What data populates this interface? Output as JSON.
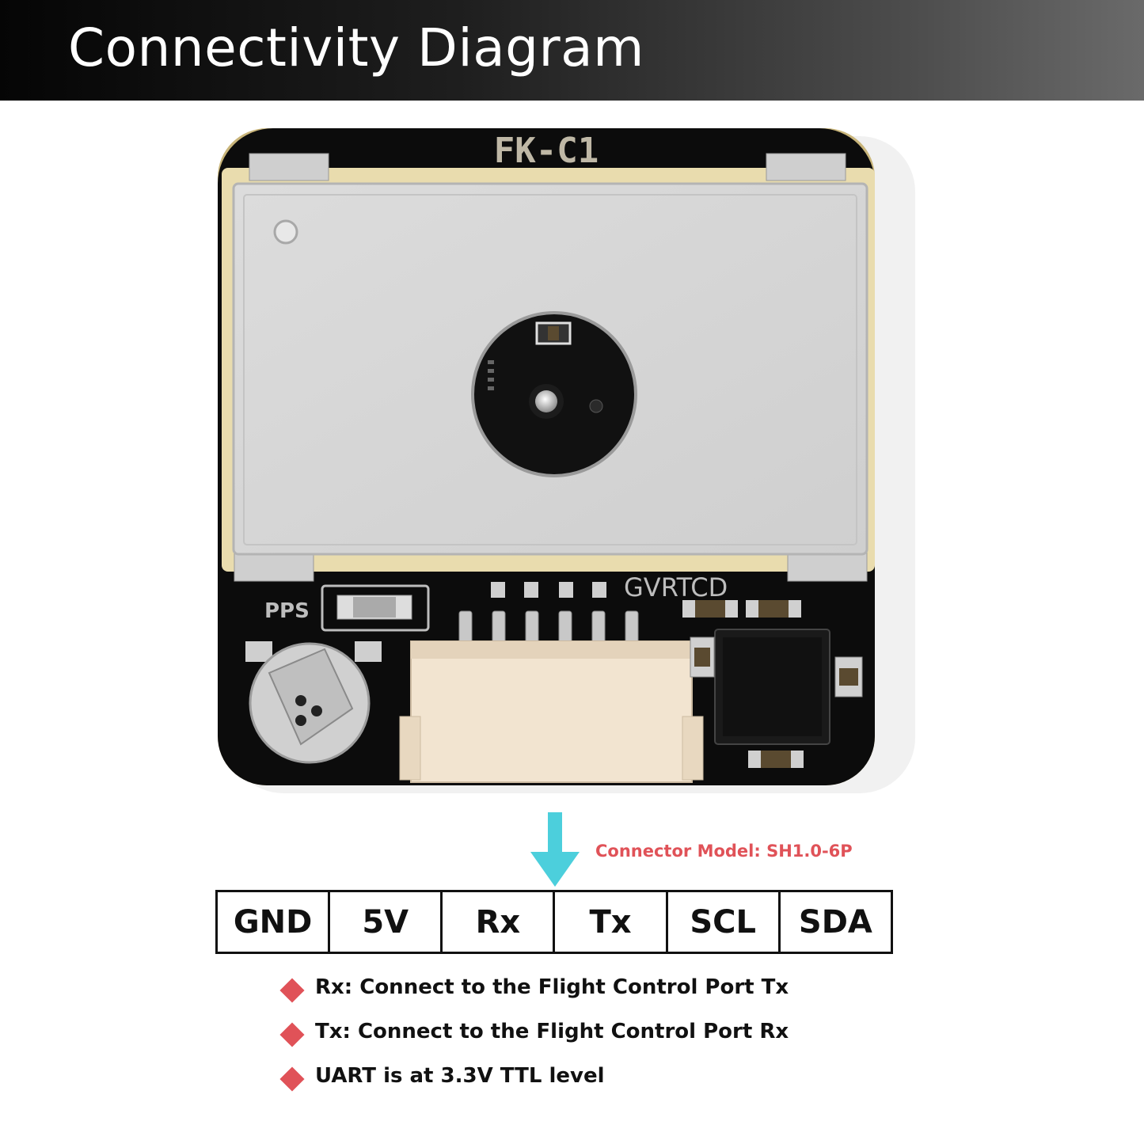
{
  "header": {
    "title": "Connectivity Diagram"
  },
  "board": {
    "model_label": "FK-C1",
    "pps_label": "PPS",
    "silk_label": "GVRTCD"
  },
  "connector": {
    "model_note": "Connector Model: SH1.0-6P"
  },
  "pins": [
    {
      "label": "GND"
    },
    {
      "label": "5V"
    },
    {
      "label": "Rx"
    },
    {
      "label": "Tx"
    },
    {
      "label": "SCL"
    },
    {
      "label": "SDA"
    }
  ],
  "notes": [
    {
      "text": "Rx: Connect to the Flight Control Port Tx"
    },
    {
      "text": "Tx: Connect to the Flight Control Port Rx"
    },
    {
      "text": "UART is at 3.3V TTL level"
    }
  ],
  "colors": {
    "accent_red": "#e05258",
    "arrow_cyan": "#4ccfdc",
    "pcb_black": "#0c0c0c",
    "shield_silver": "#d6d6d6"
  }
}
